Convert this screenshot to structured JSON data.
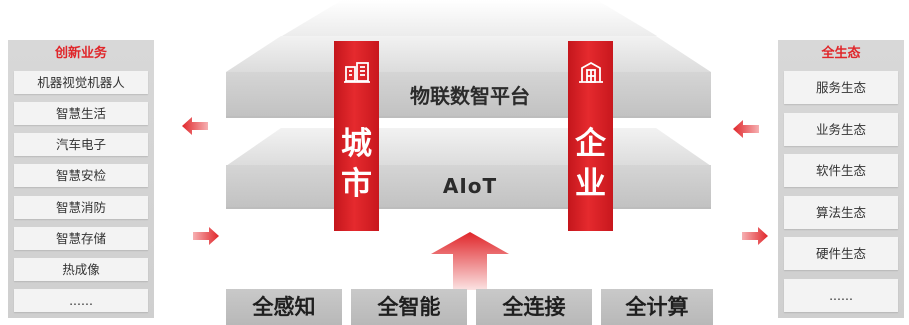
{
  "left_panel": {
    "title": "创新业务",
    "items": [
      "机器视觉机器人",
      "智慧生活",
      "汽车电子",
      "智慧安检",
      "智慧消防",
      "智慧存储",
      "热成像",
      "......"
    ]
  },
  "right_panel": {
    "title": "全生态",
    "items": [
      "服务生态",
      "业务生态",
      "软件生态",
      "算法生态",
      "硬件生态",
      "......"
    ]
  },
  "layers": {
    "top_label": "物联数智平台",
    "middle_label": "AIoT"
  },
  "pillars": {
    "left_text": "城市",
    "right_text": "企业",
    "left_icon": "city-buildings-icon",
    "right_icon": "enterprise-building-icon"
  },
  "base": [
    "全感知",
    "全智能",
    "全连接",
    "全计算"
  ],
  "colors": {
    "accent_red": "#e0262a",
    "panel_gray": "#d4d4d4",
    "item_bg": "#f3f3f3"
  }
}
